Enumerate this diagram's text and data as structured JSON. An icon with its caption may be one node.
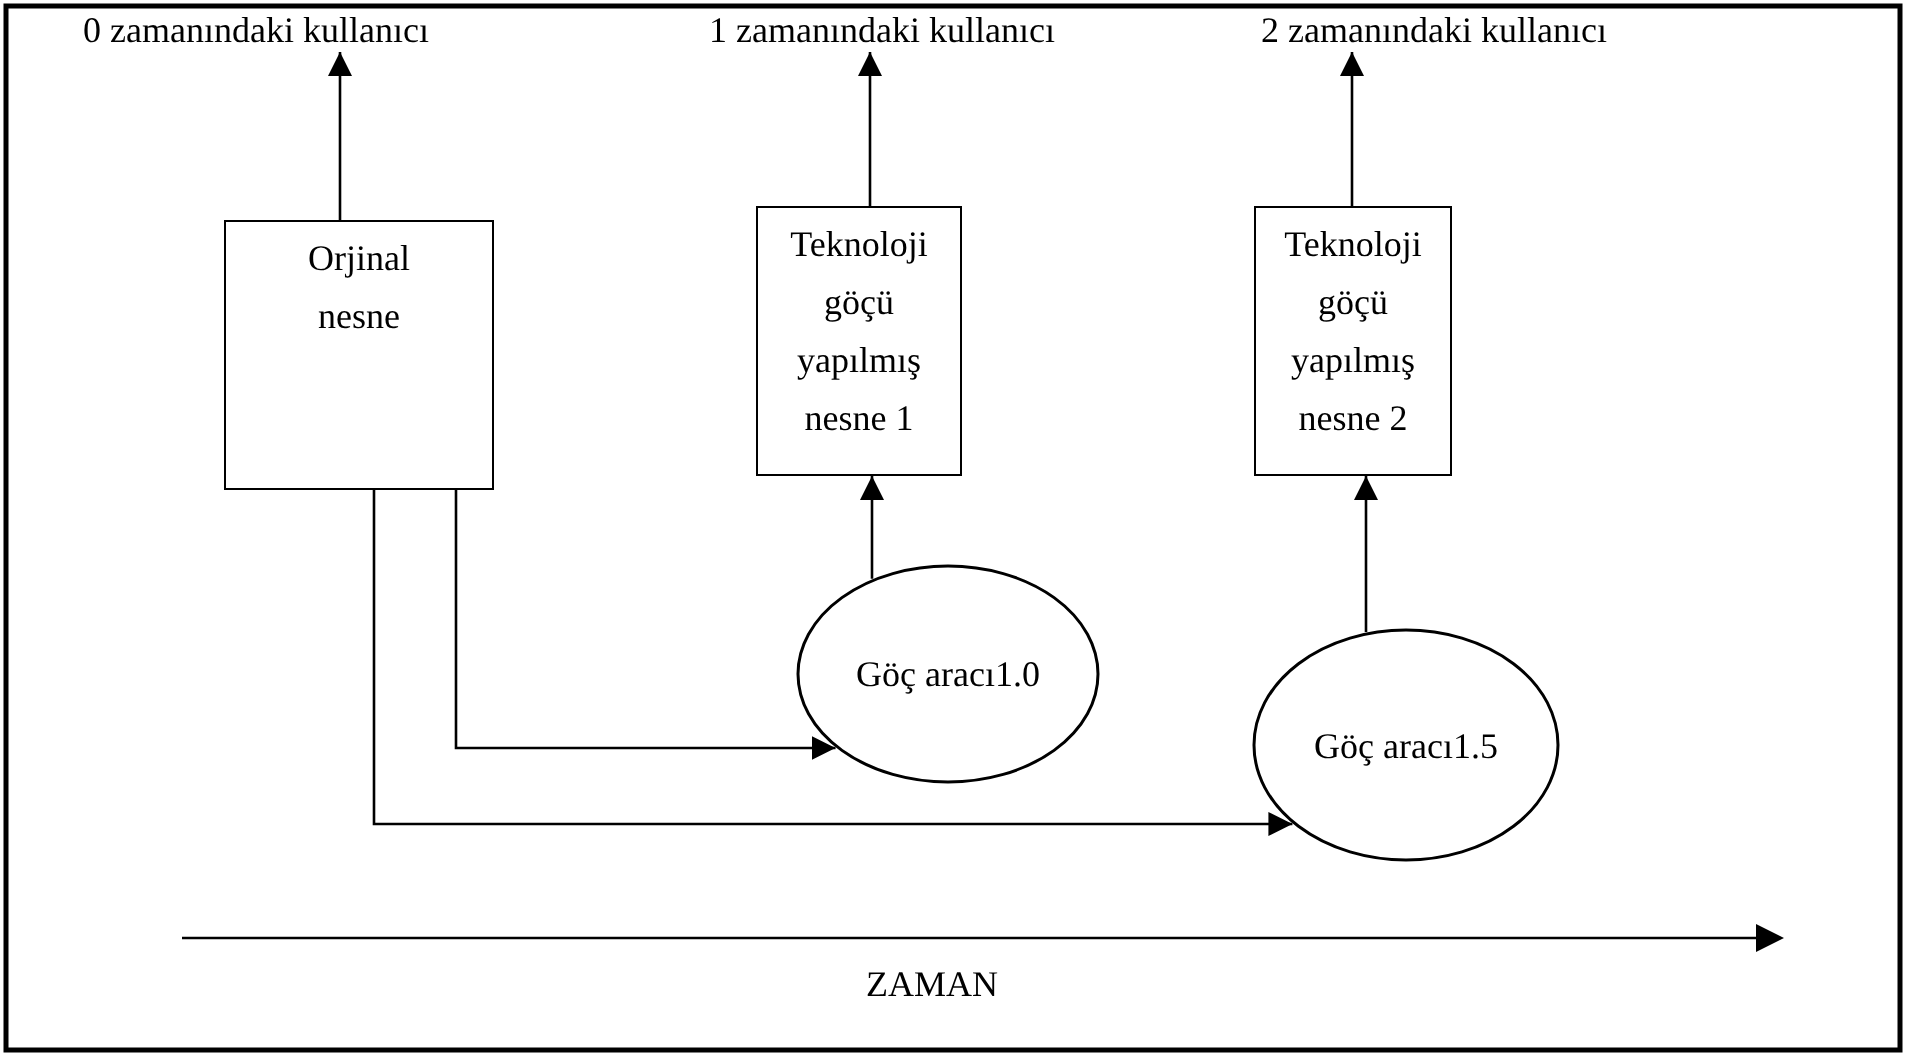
{
  "diagram": {
    "nodes": [
      {
        "text": [
          "0 zamanındaki kullanıcı"
        ]
      },
      {
        "text": [
          "1 zamanındaki kullanıcı"
        ]
      },
      {
        "text": [
          "2 zamanındaki kullanıcı"
        ]
      },
      {
        "text": [
          "Orjinal nesne"
        ]
      },
      {
        "text": [
          "Teknoloji göçü yapılmış nesne 1"
        ]
      },
      {
        "text": [
          "Teknoloji göçü yapılmış nesne 2"
        ]
      },
      {
        "text": [
          "Göç aracı1.0"
        ]
      },
      {
        "text": [
          "Göç aracı1.5"
        ]
      }
    ],
    "edges": [
      {
        "from": 3,
        "to": 0,
        "arrow": "to"
      },
      {
        "from": 4,
        "to": 1,
        "arrow": "to"
      },
      {
        "from": 5,
        "to": 2,
        "arrow": "to"
      },
      {
        "from": 6,
        "to": 4,
        "arrow": "to"
      },
      {
        "from": 7,
        "to": 5,
        "arrow": "to"
      },
      {
        "from": 3,
        "to": 6,
        "arrow": "to"
      },
      {
        "from": 3,
        "to": 7,
        "arrow": "to"
      }
    ],
    "labels": [
      "ZAMAN"
    ]
  }
}
